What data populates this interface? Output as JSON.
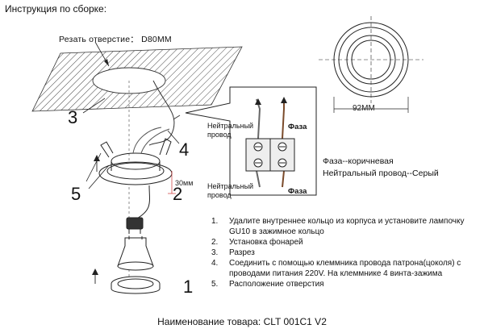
{
  "title": "Инструкция по сборке:",
  "cut_hole_label": "Резать отверстие： D80MM",
  "step_numbers": {
    "one": "1",
    "two": "2",
    "three": "3",
    "four": "4",
    "five": "5"
  },
  "dimensions": {
    "depth": "30мм",
    "outer_diameter": "92MM"
  },
  "terminal": {
    "neutral_top": "Нейтральный\nпровод",
    "phase_top": "Фаза",
    "neutral_bottom": "Нейтральный\nпровод",
    "phase_bottom": "Фаза"
  },
  "legend": {
    "phase": "Фаза--коричневая",
    "neutral": "Нейтральный провод--Серый"
  },
  "instructions": [
    {
      "num": "1.",
      "text": "Удалите внутреннее кольцо из корпуса и установите лампочку GU10 в зажимное кольцо"
    },
    {
      "num": "2.",
      "text": "Установка фонарей"
    },
    {
      "num": "3.",
      "text": "Разрез"
    },
    {
      "num": "4.",
      "text": "Соединить с помощью клеммника провода патрона(цоколя) с проводами питания 220V. На клеммнике 4 винта-зажима"
    },
    {
      "num": "5.",
      "text": "Расположение отверстия"
    }
  ],
  "product_name": "Наименование товара: CLT 001C1 V2",
  "colors": {
    "line": "#222222",
    "wire_phase": "#7a4a2a",
    "wire_neutral": "#888888"
  }
}
